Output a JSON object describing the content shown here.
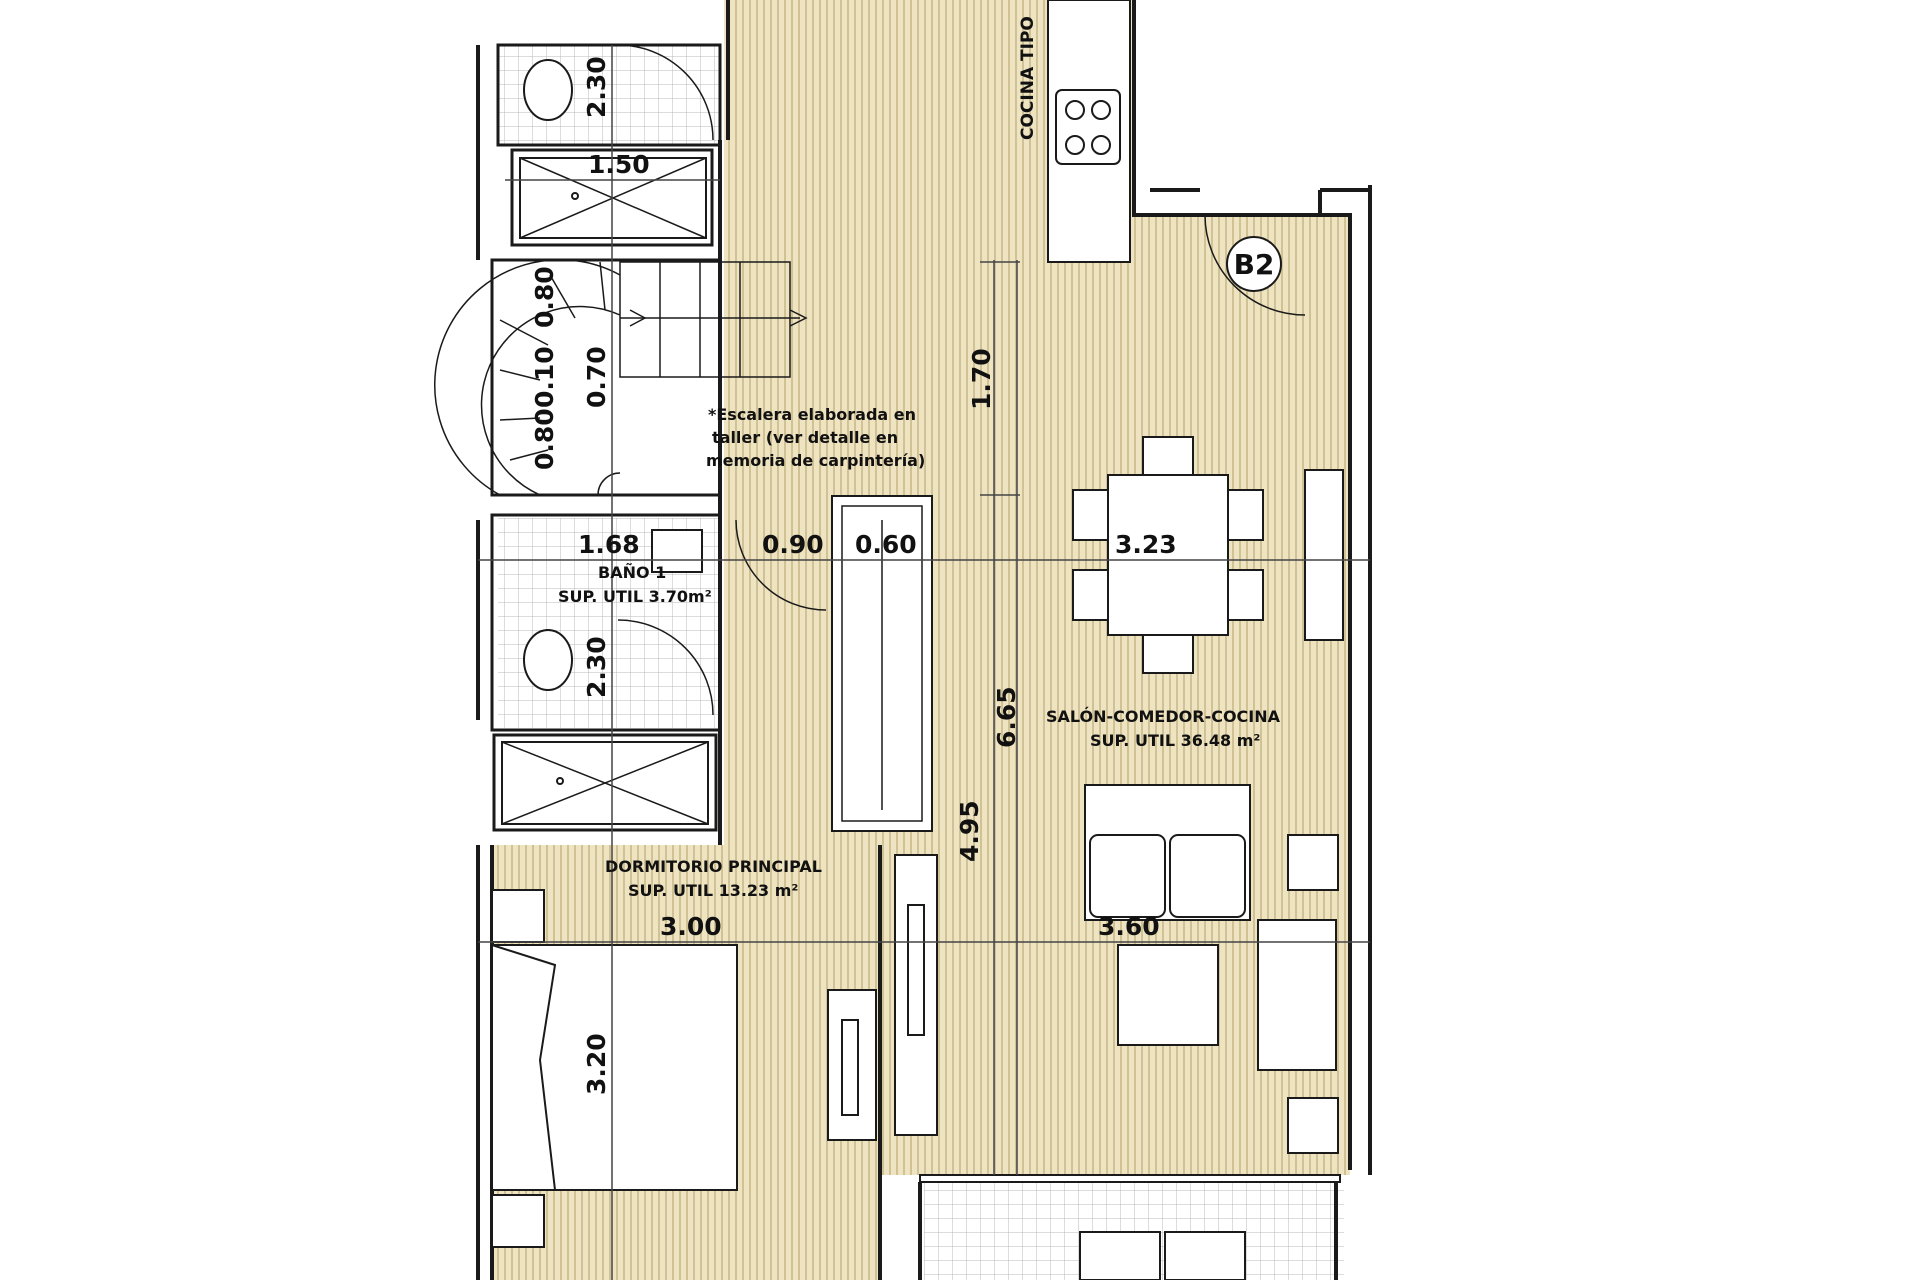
{
  "colors": {
    "floor": "#efe4c2",
    "floor_stripe": "#c9b98a",
    "tile_grid": "#b8b8b8",
    "wall": "#1a1a1a",
    "ink": "#111111"
  },
  "rooms": {
    "bano": {
      "name": "BAÑO 1",
      "area": "SUP. UTIL 3.70m²"
    },
    "dormitorio": {
      "name": "DORMITORIO PRINCIPAL",
      "area": "SUP. UTIL 13.23 m²"
    },
    "salon": {
      "name": "SALÓN-COMEDOR-COCINA",
      "area": "SUP. UTIL 36.48 m²"
    },
    "cocina": {
      "name": "COCINA TIPO"
    }
  },
  "marker": {
    "label": "B2"
  },
  "note": {
    "line1": "*Escalera elaborada en",
    "line2": "taller (ver detalle en",
    "line3": "memoria de carpintería)"
  },
  "dimensions": {
    "d_150": "1.50",
    "d_230_top": "2.30",
    "d_080_a": "0.80",
    "d_010": "0.10",
    "d_070": "0.70",
    "d_080_b": "0.80",
    "d_170": "1.70",
    "d_168": "1.68",
    "d_090": "0.90",
    "d_060": "0.60",
    "d_323": "3.23",
    "d_230_mid": "2.30",
    "d_665": "6.65",
    "d_495": "4.95",
    "d_300": "3.00",
    "d_360": "3.60",
    "d_320": "3.20"
  }
}
